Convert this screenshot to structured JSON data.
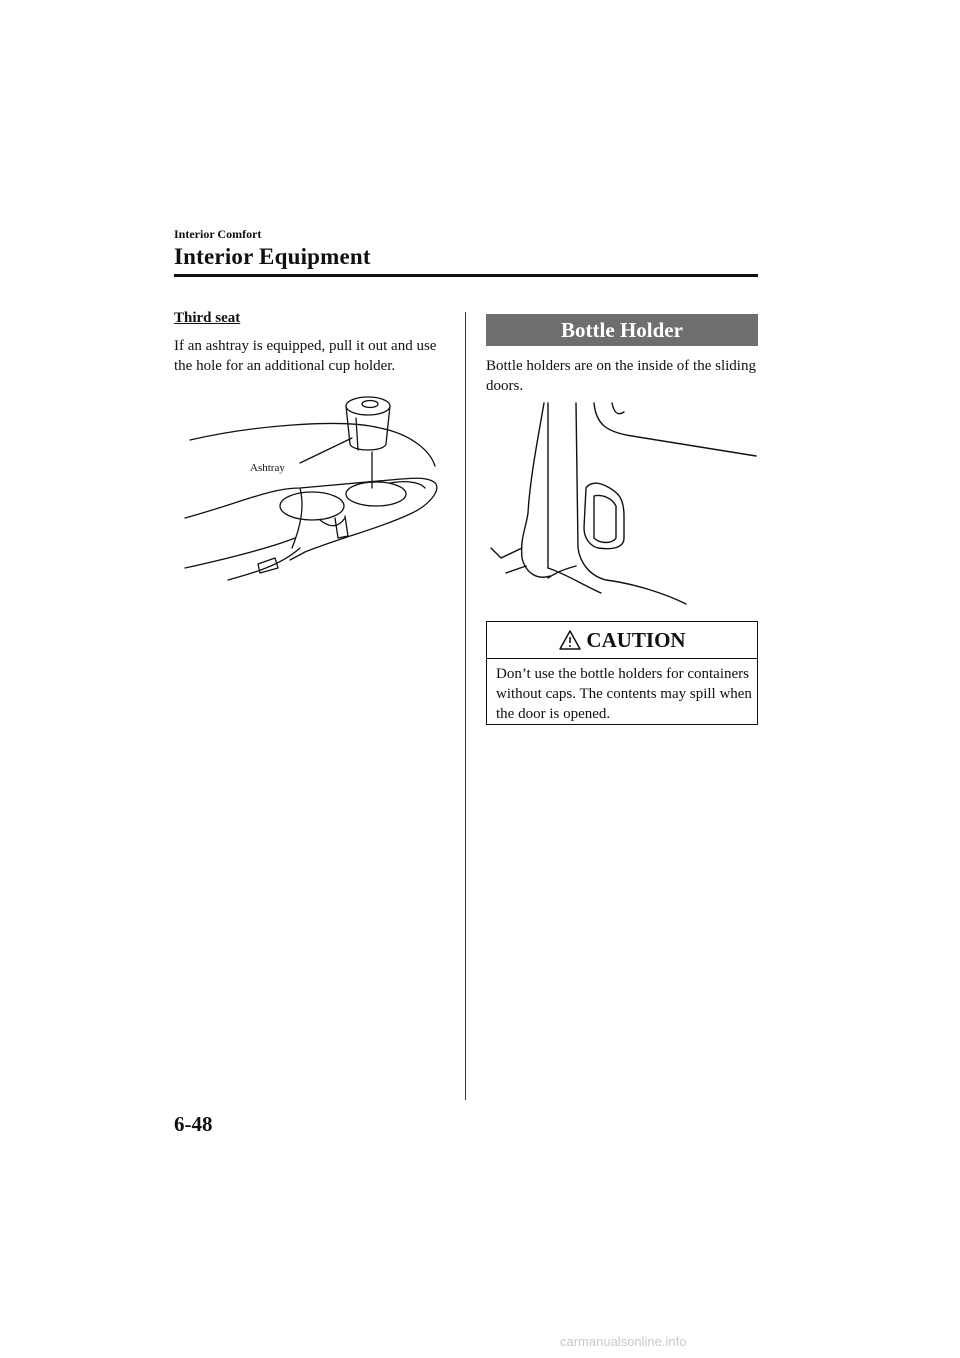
{
  "header": {
    "section": "Interior Comfort",
    "title": "Interior Equipment"
  },
  "left_column": {
    "subheading": "Third seat",
    "body": "If an ashtray is equipped, pull it out and use the hole for an additional cup holder.",
    "figure": {
      "callout": "Ashtray"
    }
  },
  "right_column": {
    "section_header": "Bottle Holder",
    "body": "Bottle holders are on the inside of the sliding doors.",
    "caution": {
      "title": "CAUTION",
      "icon": "warning-triangle-icon",
      "text": "Don’t use the bottle holders for containers without caps. The contents may spill when the door is opened."
    }
  },
  "footer": {
    "page_number": "6-48",
    "watermark": "carmanualsonline.info"
  },
  "colors": {
    "section_header_bg": "#6e6e6e",
    "watermark": "#c9c9c9"
  }
}
